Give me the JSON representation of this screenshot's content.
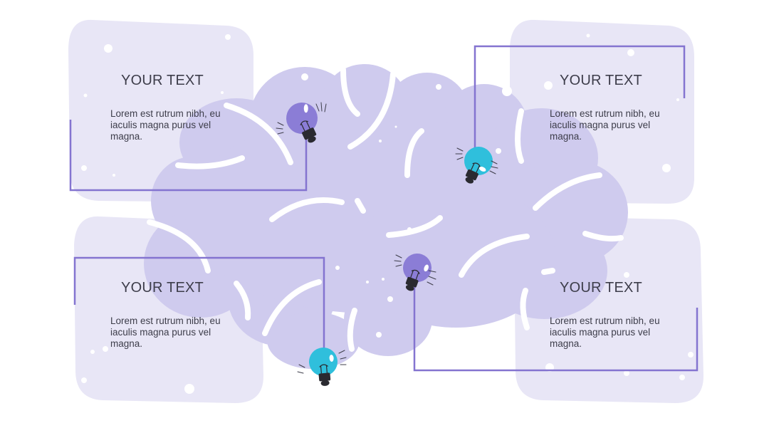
{
  "colors": {
    "panel": "#e8e6f6",
    "brain": "#cfcbee",
    "line": "#8474d0",
    "bulb_purple": "#8b7dd6",
    "bulb_cyan": "#2fbfdc",
    "text": "#3d3d4a"
  },
  "icons": [
    "brain-illustration",
    "lightbulb-icon"
  ],
  "cards": [
    {
      "title": "YOUR TEXT",
      "body": "Lorem est rutrum nibh, eu iaculis magna purus vel magna."
    },
    {
      "title": "YOUR TEXT",
      "body": "Lorem est rutrum nibh, eu iaculis magna purus vel magna."
    },
    {
      "title": "YOUR TEXT",
      "body": "Lorem est rutrum nibh, eu iaculis magna purus vel magna."
    },
    {
      "title": "YOUR TEXT",
      "body": "Lorem est rutrum nibh, eu iaculis magna purus vel magna."
    }
  ]
}
